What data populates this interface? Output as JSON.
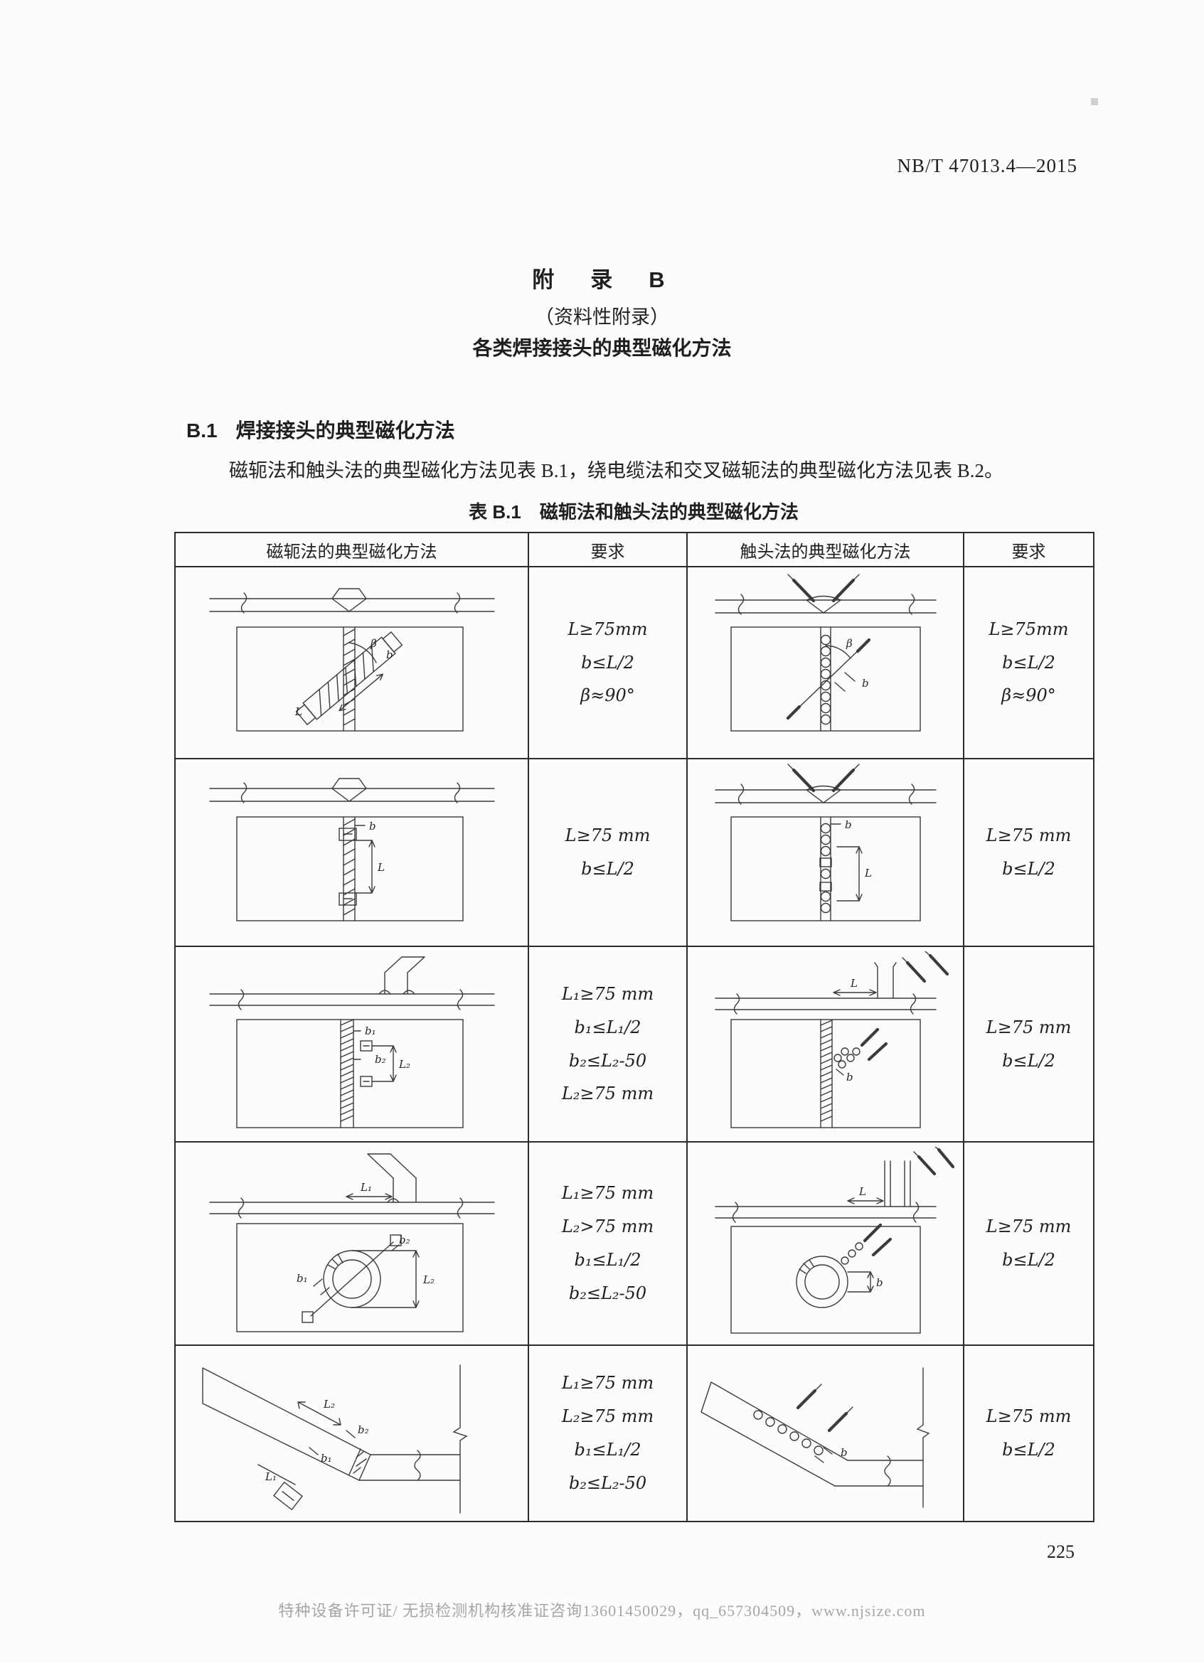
{
  "labels": {
    "L": "L",
    "b": "b",
    "beta": "β",
    "L1": "L₁",
    "L2": "L₂",
    "b1": "b₁",
    "b2": "b₂"
  },
  "header": {
    "doc_number": "NB/T 47013.4—2015"
  },
  "appendix": {
    "title": "附　录　B",
    "subtitle": "（资料性附录）",
    "heading": "各类焊接接头的典型磁化方法"
  },
  "section": {
    "number": "B.1",
    "title": "焊接接头的典型磁化方法",
    "paragraph": "磁轭法和触头法的典型磁化方法见表 B.1，绕电缆法和交叉磁轭法的典型磁化方法见表 B.2。"
  },
  "table": {
    "caption": "表 B.1　磁轭法和触头法的典型磁化方法",
    "headers": [
      "磁轭法的典型磁化方法",
      "要求",
      "触头法的典型磁化方法",
      "要求"
    ],
    "rows": [
      {
        "yoke_req": [
          "L≥75mm",
          "b≤L/2",
          "β≈90°"
        ],
        "prod_req": [
          "L≥75mm",
          "b≤L/2",
          "β≈90°"
        ]
      },
      {
        "yoke_req": [
          "L≥75 mm",
          "b≤L/2"
        ],
        "prod_req": [
          "L≥75 mm",
          "b≤L/2"
        ]
      },
      {
        "yoke_req": [
          "L₁≥75 mm",
          "b₁≤L₁/2",
          "b₂≤L₂-50",
          "L₂≥75 mm"
        ],
        "prod_req": [
          "L≥75 mm",
          "b≤L/2"
        ]
      },
      {
        "yoke_req": [
          "L₁≥75 mm",
          "L₂>75 mm",
          "b₁≤L₁/2",
          "b₂≤L₂-50"
        ],
        "prod_req": [
          "L≥75 mm",
          "b≤L/2"
        ]
      },
      {
        "yoke_req": [
          "L₁≥75 mm",
          "L₂≥75 mm",
          "b₁≤L₁/2",
          "b₂≤L₂-50"
        ],
        "prod_req": [
          "L≥75 mm",
          "b≤L/2"
        ]
      }
    ]
  },
  "footer": {
    "page_number": "225",
    "note": "特种设备许可证/ 无损检测机构核准证咨询13601450029，qq_657304509，www.njsize.com"
  }
}
